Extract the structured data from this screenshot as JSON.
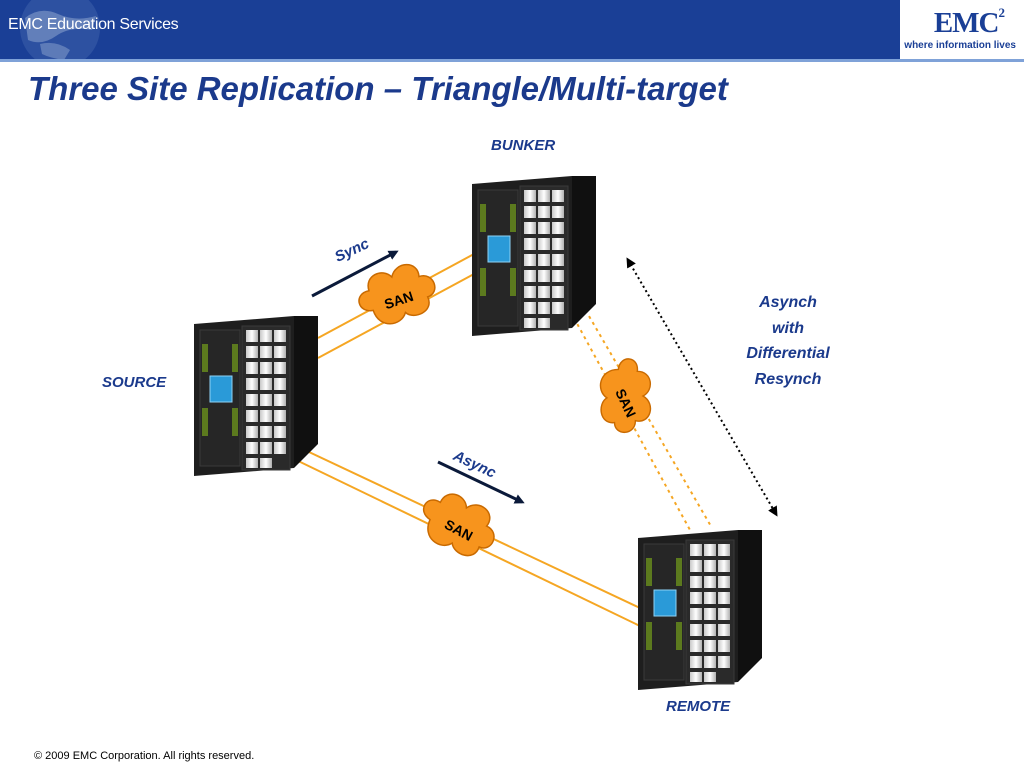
{
  "header": {
    "brand_left": "EMC Education Services",
    "logo": "EMC",
    "logo_superscript": "2",
    "tagline": "where information lives"
  },
  "title": "Three Site Replication – Triangle/Multi-target",
  "nodes": {
    "bunker": "BUNKER",
    "source": "SOURCE",
    "remote": "REMOTE"
  },
  "links": {
    "sync": "Sync",
    "async": "Async",
    "san": "SAN"
  },
  "note": {
    "line1": "Asynch",
    "line2": "with",
    "line3": "Differential",
    "line4": "Resynch"
  },
  "footer": "© 2009 EMC Corporation. All rights reserved.",
  "colors": {
    "header_blue": "#1a3f96",
    "title_blue": "#1b3a8c",
    "link_orange": "#f5a623",
    "cloud_orange": "#f7941d",
    "cabinet_dark": "#1e1e1e"
  },
  "icons": [
    "globe-icon",
    "cloud-icon",
    "storage-cabinet-icon"
  ]
}
